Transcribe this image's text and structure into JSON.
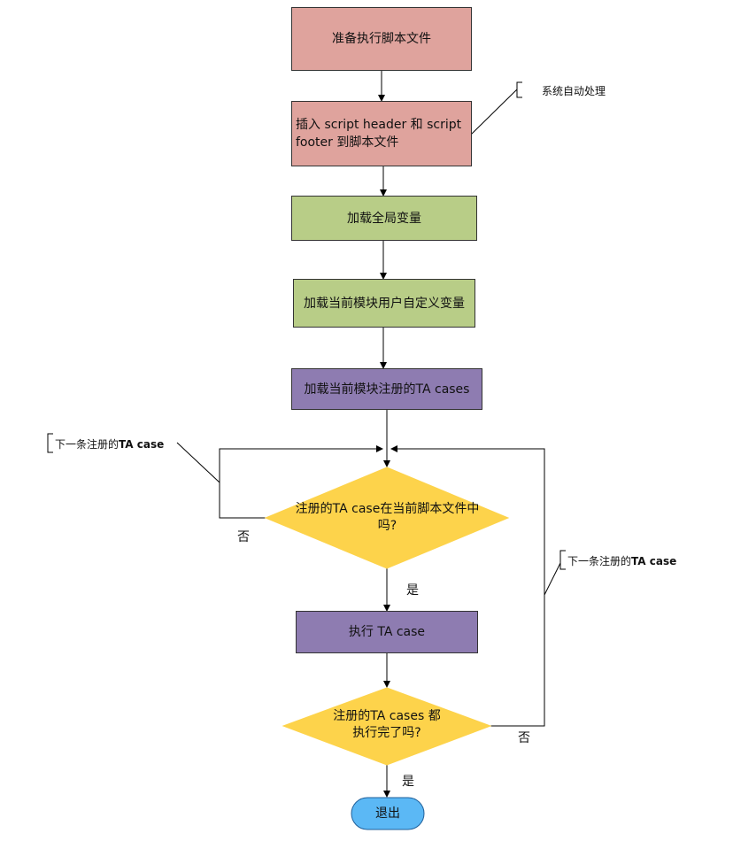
{
  "steps": {
    "prepare": "准备执行脚本文件",
    "insert_header_footer": "插入 script header 和 script footer 到脚本文件",
    "load_global_vars": "加载全局变量",
    "load_module_vars": "加载当前模块用户自定义变量",
    "load_ta_cases": "加载当前模块注册的TA cases",
    "check_case_in_file": "注册的TA case在当前脚本文件中吗?",
    "execute_case": "执行 TA case",
    "all_done": "注册的TA cases 都执行完了吗?",
    "exit": "退出"
  },
  "labels": {
    "no_1": "否",
    "yes_1": "是",
    "no_2": "否",
    "yes_2": "是"
  },
  "notes": {
    "auto": "系统自动处理",
    "next_case_left_prefix": "下一条注册的",
    "next_case_left_bold": "TA case",
    "next_case_right_prefix": "下一条注册的",
    "next_case_right_bold": "TA case"
  },
  "colors": {
    "pink": "#dfa39d",
    "green": "#b8cd87",
    "purple": "#8e7cb1",
    "diamond": "#fdd34b",
    "exit": "#5bb8f5"
  }
}
